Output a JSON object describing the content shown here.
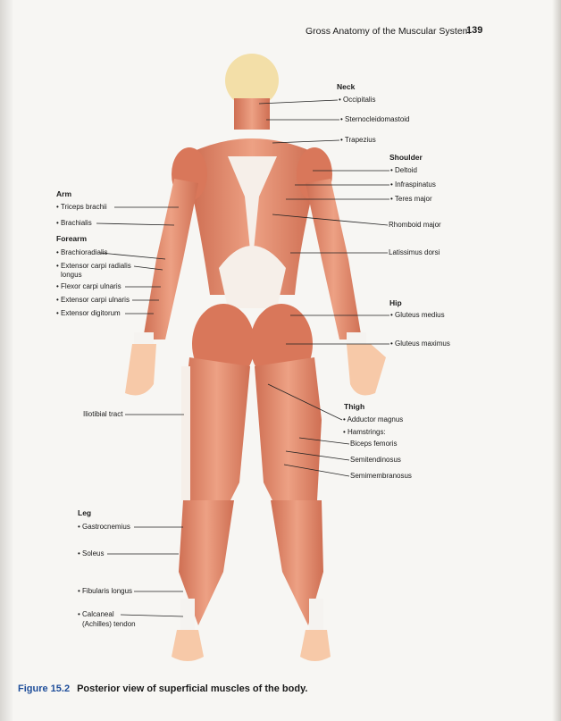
{
  "header": {
    "running_title": "Gross Anatomy of the Muscular System",
    "page_number": "139"
  },
  "labels": {
    "neck": {
      "heading": "Neck",
      "items": [
        "• Occipitalis",
        "• Sternocleidomastoid",
        "• Trapezius"
      ]
    },
    "shoulder": {
      "heading": "Shoulder",
      "items": [
        "• Deltoid",
        "• Infraspinatus",
        "• Teres major"
      ]
    },
    "back": [
      "Rhomboid major",
      "Latissimus dorsi"
    ],
    "hip": {
      "heading": "Hip",
      "items": [
        "• Gluteus medius",
        "• Gluteus maximus"
      ]
    },
    "thigh": {
      "heading": "Thigh",
      "items": [
        "• Adductor magnus",
        "• Hamstrings:"
      ],
      "hamstrings": [
        "Biceps femoris",
        "Semitendinosus",
        "Semimembranosus"
      ]
    },
    "arm": {
      "heading": "Arm",
      "items": [
        "• Triceps brachii",
        "• Brachialis"
      ]
    },
    "forearm": {
      "heading": "Forearm",
      "items": [
        "• Brachioradialis",
        "• Extensor carpi radialis",
        "longus",
        "• Flexor carpi ulnaris",
        "• Extensor carpi ulnaris",
        "• Extensor digitorum"
      ]
    },
    "iliotibial": "Iliotibial tract",
    "leg": {
      "heading": "Leg",
      "items": [
        "• Gastrocnemius",
        "• Soleus",
        "• Fibularis longus",
        "• Calcaneal",
        "(Achilles) tendon"
      ]
    }
  },
  "caption": {
    "number": "Figure 15.2",
    "text": "Posterior view of superficial muscles of the body."
  },
  "colors": {
    "muscle": "#e0876a",
    "muscle_dark": "#c9694f",
    "tendon": "#f4f1ee",
    "skin": "#f7c9a8",
    "caption_blue": "#1f4e9a"
  }
}
